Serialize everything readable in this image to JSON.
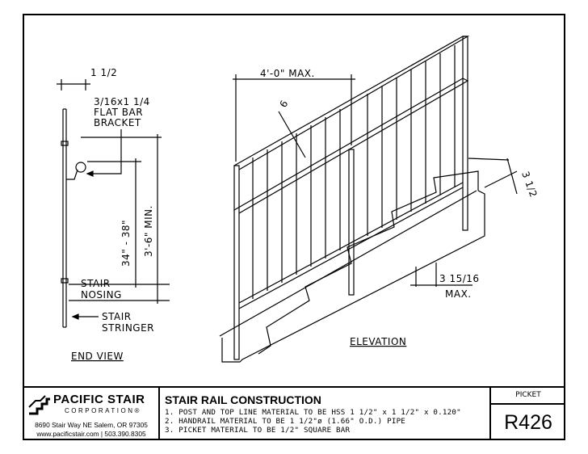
{
  "end_view": {
    "title": "END VIEW",
    "width_label": "1 1/2",
    "bracket_label_line1": "3/16x1 1/4",
    "bracket_label_line2": "FLAT BAR",
    "bracket_label_line3": "BRACKET",
    "height_range_label": "34\" - 38\"",
    "min_height_label": "3'-6\" MIN.",
    "nosing_line1": "STAIR",
    "nosing_line2": "NOSING",
    "stringer_line1": "STAIR",
    "stringer_line2": "STRINGER"
  },
  "elevation": {
    "title": "ELEVATION",
    "post_spacing_label": "4'-0\" MAX.",
    "picket_spacing_label": "6",
    "post_offset_label": "3 1/2",
    "gap_label_line1": "3 15/16",
    "gap_label_line2": "MAX."
  },
  "title_block": {
    "company_name": "PACIFIC STAIR",
    "company_subtitle": "CORPORATION®",
    "address": "8690 Stair Way NE Salem, OR 97305",
    "contact": "www.pacificstair.com | 503.390.8305",
    "drawing_title": "STAIR RAIL CONSTRUCTION",
    "notes": [
      "1. POST AND TOP LINE MATERIAL TO BE HSS 1 1/2\" x 1 1/2\" x 0.120\"",
      "2. HANDRAIL MATERIAL TO BE 1 1/2\"ø (1.66\" O.D.) PIPE",
      "3. PICKET MATERIAL TO BE 1/2\" SQUARE BAR"
    ],
    "code_label": "PICKET",
    "code_value": "R426"
  }
}
